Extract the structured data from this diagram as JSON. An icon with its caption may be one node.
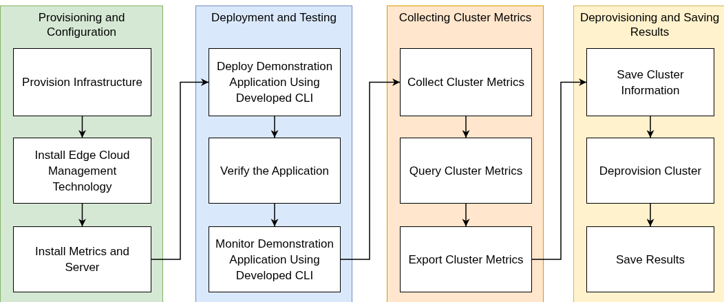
{
  "diagram": {
    "nodes": [
      {
        "text": [
          "Provisioning and Configuration"
        ]
      },
      {
        "text": [
          "Provision Infrastructure"
        ],
        "in": 0
      },
      {
        "text": [
          "Install Edge Cloud Management Technology"
        ],
        "in": 0
      },
      {
        "text": [
          "Install Metrics and Server"
        ],
        "in": 0
      },
      {
        "text": [
          "Deployment and Testing"
        ]
      },
      {
        "text": [
          "Deploy Demonstration Application Using Developed CLI"
        ],
        "in": 4
      },
      {
        "text": [
          "Verify the Application"
        ],
        "in": 4
      },
      {
        "text": [
          "Monitor Demonstration Application Using Developed CLI"
        ],
        "in": 4
      },
      {
        "text": [
          "Collecting Cluster Metrics"
        ]
      },
      {
        "text": [
          "Collect Cluster Metrics"
        ],
        "in": 8
      },
      {
        "text": [
          "Query Cluster Metrics"
        ],
        "in": 8
      },
      {
        "text": [
          "Export Cluster Metrics"
        ],
        "in": 8
      },
      {
        "text": [
          "Deprovisioning and Saving Results"
        ]
      },
      {
        "text": [
          "Save Cluster Information"
        ],
        "in": 12
      },
      {
        "text": [
          "Deprovision Cluster"
        ],
        "in": 12
      },
      {
        "text": [
          "Save Results"
        ],
        "in": 12
      }
    ],
    "edges": [
      {
        "from": 1,
        "to": 2,
        "arrow": "to"
      },
      {
        "from": 2,
        "to": 3,
        "arrow": "to"
      },
      {
        "from": 3,
        "to": 5,
        "arrow": "to"
      },
      {
        "from": 5,
        "to": 6,
        "arrow": "to"
      },
      {
        "from": 6,
        "to": 7,
        "arrow": "to"
      },
      {
        "from": 7,
        "to": 9,
        "arrow": "to"
      },
      {
        "from": 9,
        "to": 10,
        "arrow": "to"
      },
      {
        "from": 10,
        "to": 11,
        "arrow": "to"
      },
      {
        "from": 11,
        "to": 13,
        "arrow": "to"
      },
      {
        "from": 13,
        "to": 14,
        "arrow": "to"
      },
      {
        "from": 14,
        "to": 15,
        "arrow": "to"
      }
    ]
  }
}
